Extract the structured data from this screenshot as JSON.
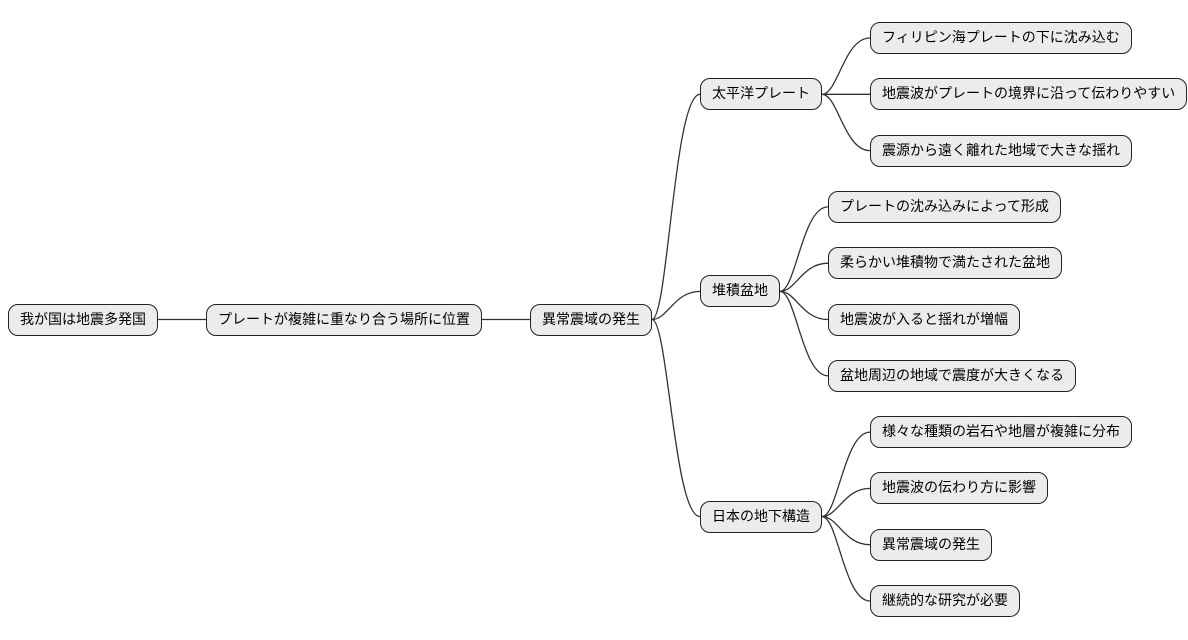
{
  "diagram": {
    "type": "mindmap",
    "background": "#ffffff",
    "node_fill": "#ececec",
    "node_border": "#222222",
    "edge_color": "#333333",
    "text_color": "#000000",
    "root": {
      "label": "我が国は地震多発国",
      "children": [
        {
          "label": "プレートが複雑に重なり合う場所に位置",
          "children": [
            {
              "label": "異常震域の発生",
              "children": [
                {
                  "label": "太平洋プレート",
                  "children": [
                    {
                      "label": "フィリピン海プレートの下に沈み込む"
                    },
                    {
                      "label": "地震波がプレートの境界に沿って伝わりやすい"
                    },
                    {
                      "label": "震源から遠く離れた地域で大きな揺れ"
                    }
                  ]
                },
                {
                  "label": "堆積盆地",
                  "children": [
                    {
                      "label": "プレートの沈み込みによって形成"
                    },
                    {
                      "label": "柔らかい堆積物で満たされた盆地"
                    },
                    {
                      "label": "地震波が入ると揺れが増幅"
                    },
                    {
                      "label": "盆地周辺の地域で震度が大きくなる"
                    }
                  ]
                },
                {
                  "label": "日本の地下構造",
                  "children": [
                    {
                      "label": "様々な種類の岩石や地層が複雑に分布"
                    },
                    {
                      "label": "地震波の伝わり方に影響"
                    },
                    {
                      "label": "異常震域の発生"
                    },
                    {
                      "label": "継続的な研究が必要"
                    }
                  ]
                }
              ]
            }
          ]
        }
      ]
    }
  }
}
